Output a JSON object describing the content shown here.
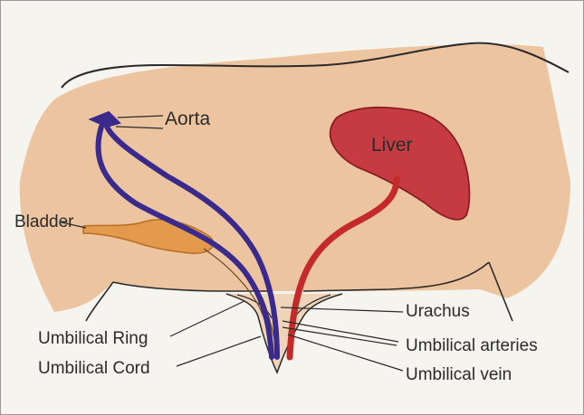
{
  "labels": {
    "aorta": "Aorta",
    "liver": "Liver",
    "bladder": "Bladder",
    "umbilical_ring": "Umbilical Ring",
    "umbilical_cord": "Umbilical Cord",
    "urachus": "Urachus",
    "umbilical_arteries": "Umbilical arteries",
    "umbilical_vein": "Umbilical vein"
  },
  "colors": {
    "paper": "#f6f4ef",
    "body_fill": "#e9b486",
    "outline": "#2a2a2a",
    "artery": "#3a2a8c",
    "vein": "#c42a2a",
    "liver": "#c63b42",
    "bladder": "#e39a4c"
  }
}
